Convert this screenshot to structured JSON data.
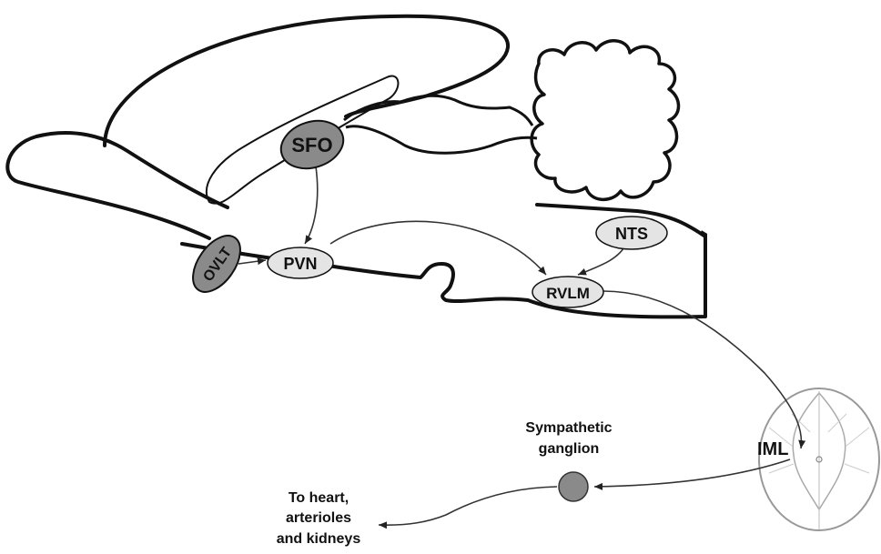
{
  "diagram": {
    "nodes": {
      "sfo": "SFO",
      "ovlt": "OVLT",
      "pvn": "PVN",
      "nts": "NTS",
      "rvlm": "RVLM",
      "iml": "IML"
    },
    "labels": {
      "ganglion_line1": "Sympathetic",
      "ganglion_line2": "ganglion",
      "target_line1": "To heart,",
      "target_line2": "arterioles",
      "target_line3": "and kidneys"
    },
    "colors": {
      "outline": "#111111",
      "circumventricular_fill": "#8a8a8a",
      "nucleus_fill": "#e4e4e4",
      "ganglion_fill": "#8a8a8a",
      "spinal_cord_outline": "#999999"
    }
  }
}
